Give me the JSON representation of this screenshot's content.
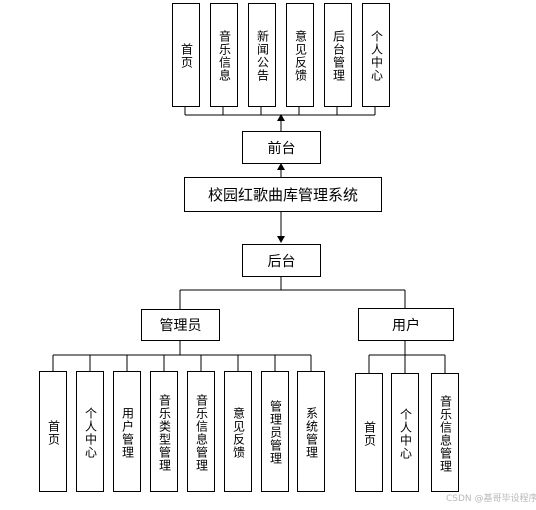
{
  "system_title": "校园红歌曲库管理系统",
  "frontend": {
    "label": "前台",
    "modules": [
      "首页",
      "音乐信息",
      "新闻公告",
      "意见反馈",
      "后台管理",
      "个人中心"
    ]
  },
  "backend": {
    "label": "后台",
    "admin": {
      "label": "管理员",
      "modules": [
        "首页",
        "个人中心",
        "用户管理",
        "音乐类型管理",
        "音乐信息管理",
        "意见反馈",
        "管理员管理",
        "系统管理"
      ]
    },
    "user": {
      "label": "用户",
      "modules": [
        "首页",
        "个人中心",
        "音乐信息管理"
      ]
    }
  },
  "watermark": "CSDN @基哥毕设程序"
}
